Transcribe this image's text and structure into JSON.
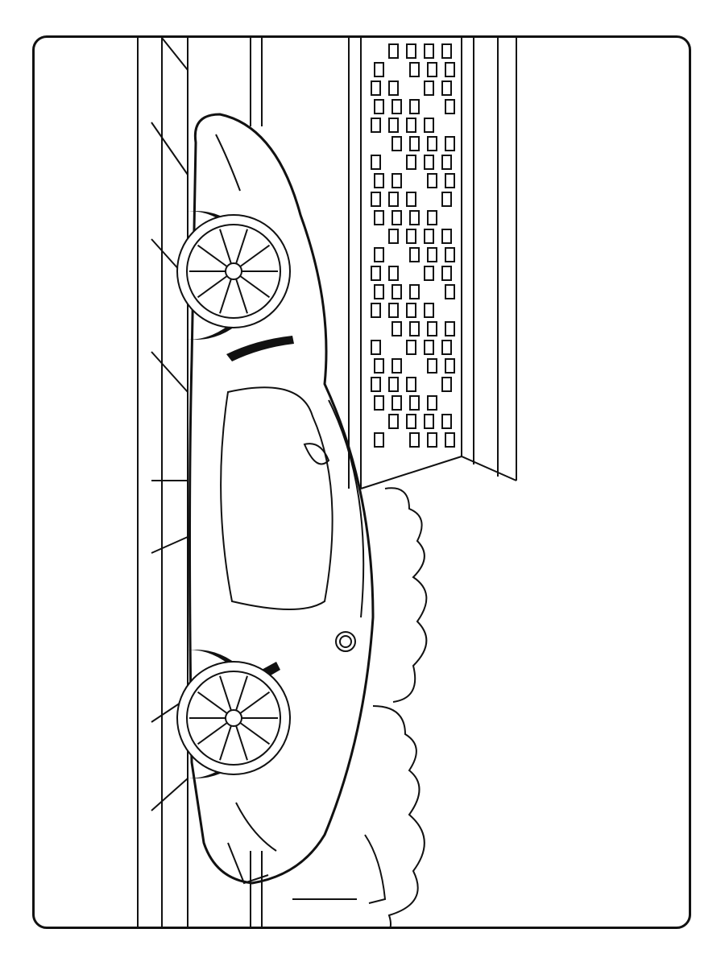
{
  "page": {
    "kind": "coloring-page",
    "subject": "sports-car-side-view-rotated",
    "colors": {
      "line": "#111111",
      "background": "#ffffff"
    }
  },
  "windows": {
    "columns": 5,
    "rows": 22
  }
}
